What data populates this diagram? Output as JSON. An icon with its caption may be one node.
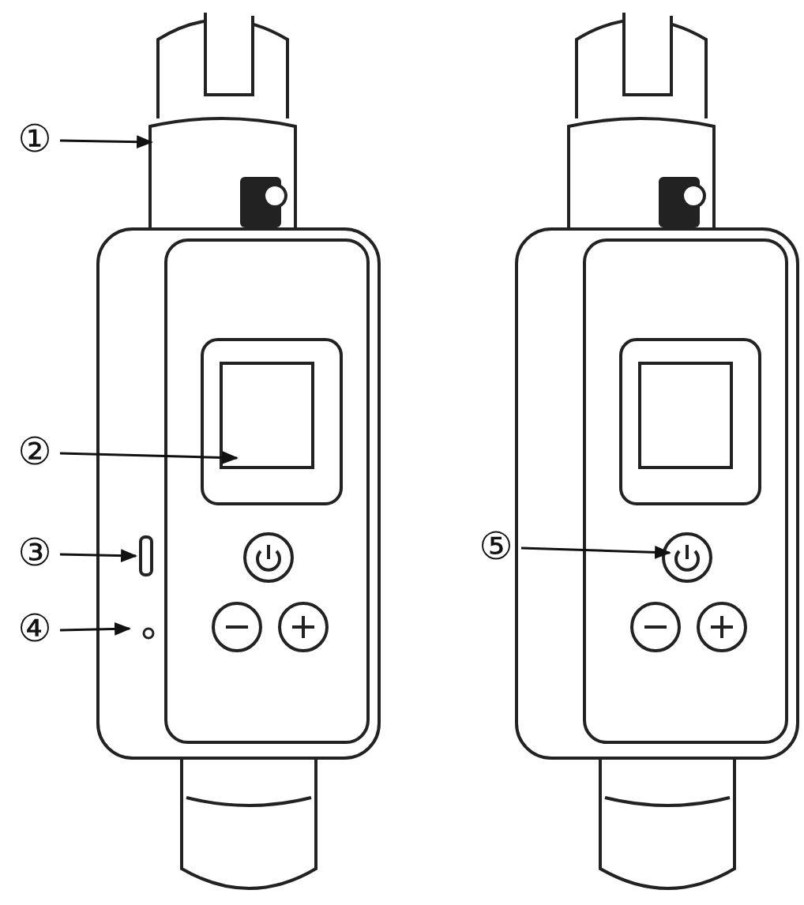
{
  "diagram": {
    "nodes": [
      {
        "text": [
          "①"
        ]
      },
      {
        "text": [
          "②"
        ]
      },
      {
        "text": [
          "③"
        ]
      },
      {
        "text": [
          "④"
        ]
      },
      {
        "text": [
          "⑤"
        ]
      }
    ],
    "edges": [
      {
        "from": 0,
        "to": null,
        "arrow": "to"
      },
      {
        "from": 1,
        "to": null,
        "arrow": "to"
      },
      {
        "from": 2,
        "to": null,
        "arrow": "to"
      },
      {
        "from": 3,
        "to": null,
        "arrow": "to"
      },
      {
        "from": 4,
        "to": null,
        "arrow": "to"
      }
    ]
  }
}
